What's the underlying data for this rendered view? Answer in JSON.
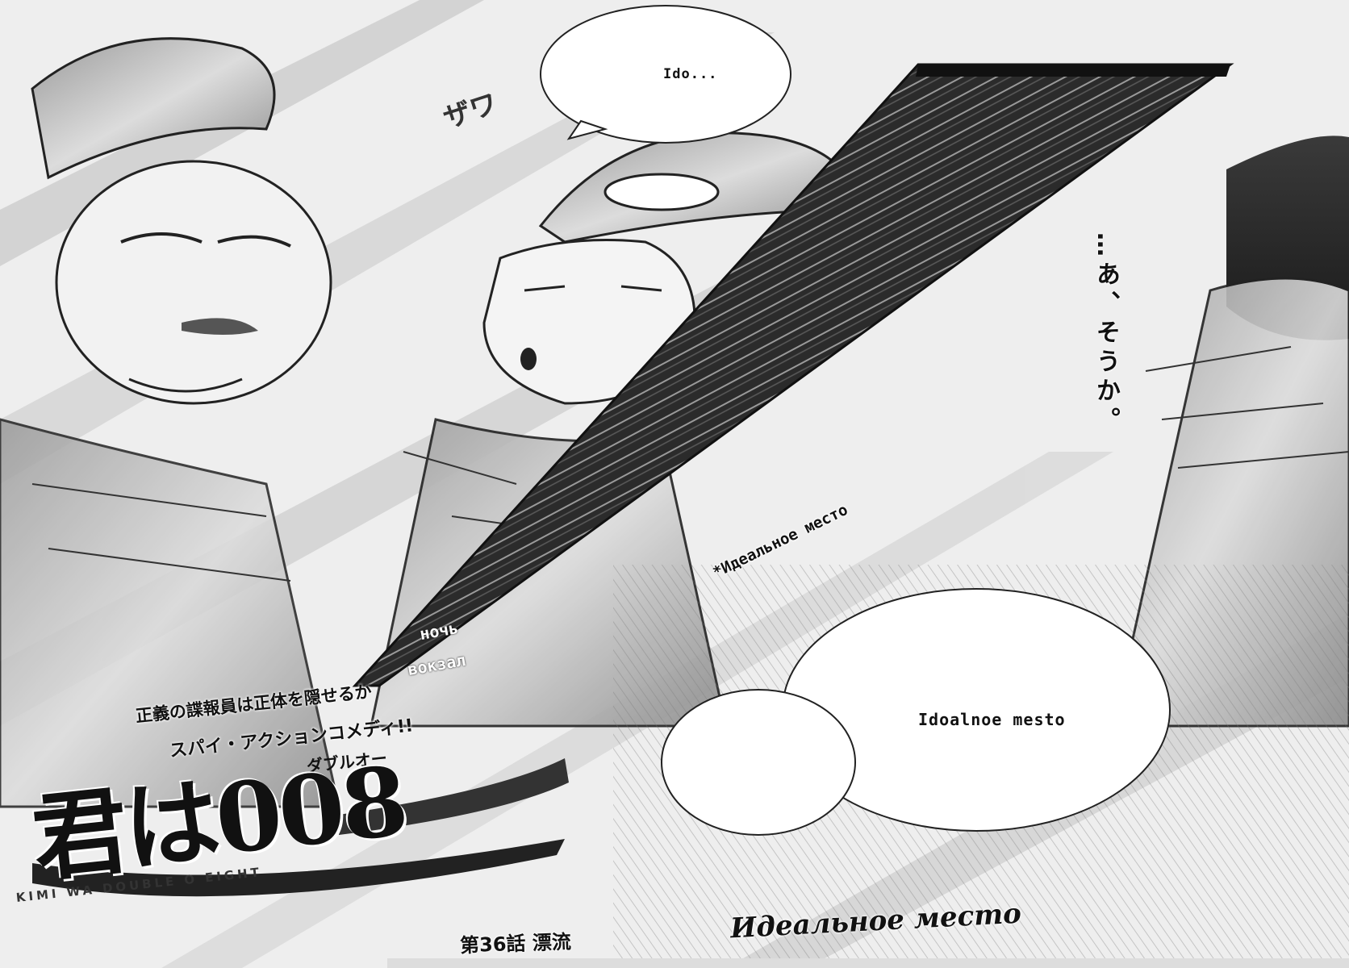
{
  "bubbles": {
    "top": "Ido...",
    "right": "Idoalnoe mesto"
  },
  "caption": {
    "vertical": "…あ、そうか。",
    "note": "*Идеальное место"
  },
  "board": {
    "lines": [
      "ночь",
      "вокзал"
    ]
  },
  "title_block": {
    "tagline_1": "正義の諜報員は正体を隠せるか",
    "tagline_2": "スパイ・アクションコメディ!!",
    "subtitle": "ダブルオー",
    "logo": "君は008",
    "romaji": "KIMI WA DOUBLE O EIGHT"
  },
  "chapter": {
    "label": "第36話 漂流",
    "title": "Идеальное место"
  },
  "sfx": {
    "left": "ザワ"
  }
}
